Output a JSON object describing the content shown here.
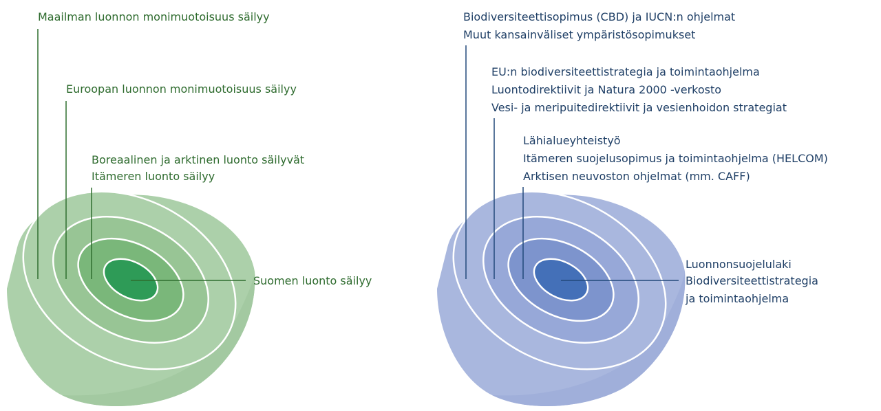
{
  "colors": {
    "green_label": "#2e6b2e",
    "green_line": "#2f6e2f",
    "green_rings": [
      "#acd0aa",
      "#98c595",
      "#7ab77a",
      "#55a65f",
      "#2e9b57"
    ],
    "blue_label": "#1f3f66",
    "blue_line": "#22497a",
    "blue_rings": [
      "#a9b7de",
      "#97a8d8",
      "#7d94cd",
      "#5d7ec3",
      "#4470b8"
    ]
  },
  "left": {
    "world": "Maailman luonnon monimuotoisuus säilyy",
    "europe": "Euroopan luonnon monimuotoisuus säilyy",
    "regional": [
      "Boreaalinen ja arktinen luonto säilyvät",
      "Itämeren luonto säilyy"
    ],
    "finland": "Suomen luonto säilyy"
  },
  "right": {
    "global": [
      "Biodiversiteettisopimus (CBD) ja IUCN:n ohjelmat",
      "Muut kansainväliset ympäristösopimukset"
    ],
    "eu": [
      "EU:n biodiversiteettistrategia ja toimintaohjelma",
      "Luontodirektiivit ja Natura 2000 -verkosto",
      "Vesi- ja meripuitedirektiivit ja vesienhoidon strategiat"
    ],
    "regional": [
      "Lähialueyhteistyö",
      "Itämeren suojelusopimus ja toimintaohjelma (HELCOM)",
      "Arktisen neuvoston ohjelmat (mm. CAFF)"
    ],
    "national": [
      "Luonnonsuojelulaki",
      "Biodiversiteettistrategia",
      "ja toimintaohjelma"
    ]
  }
}
